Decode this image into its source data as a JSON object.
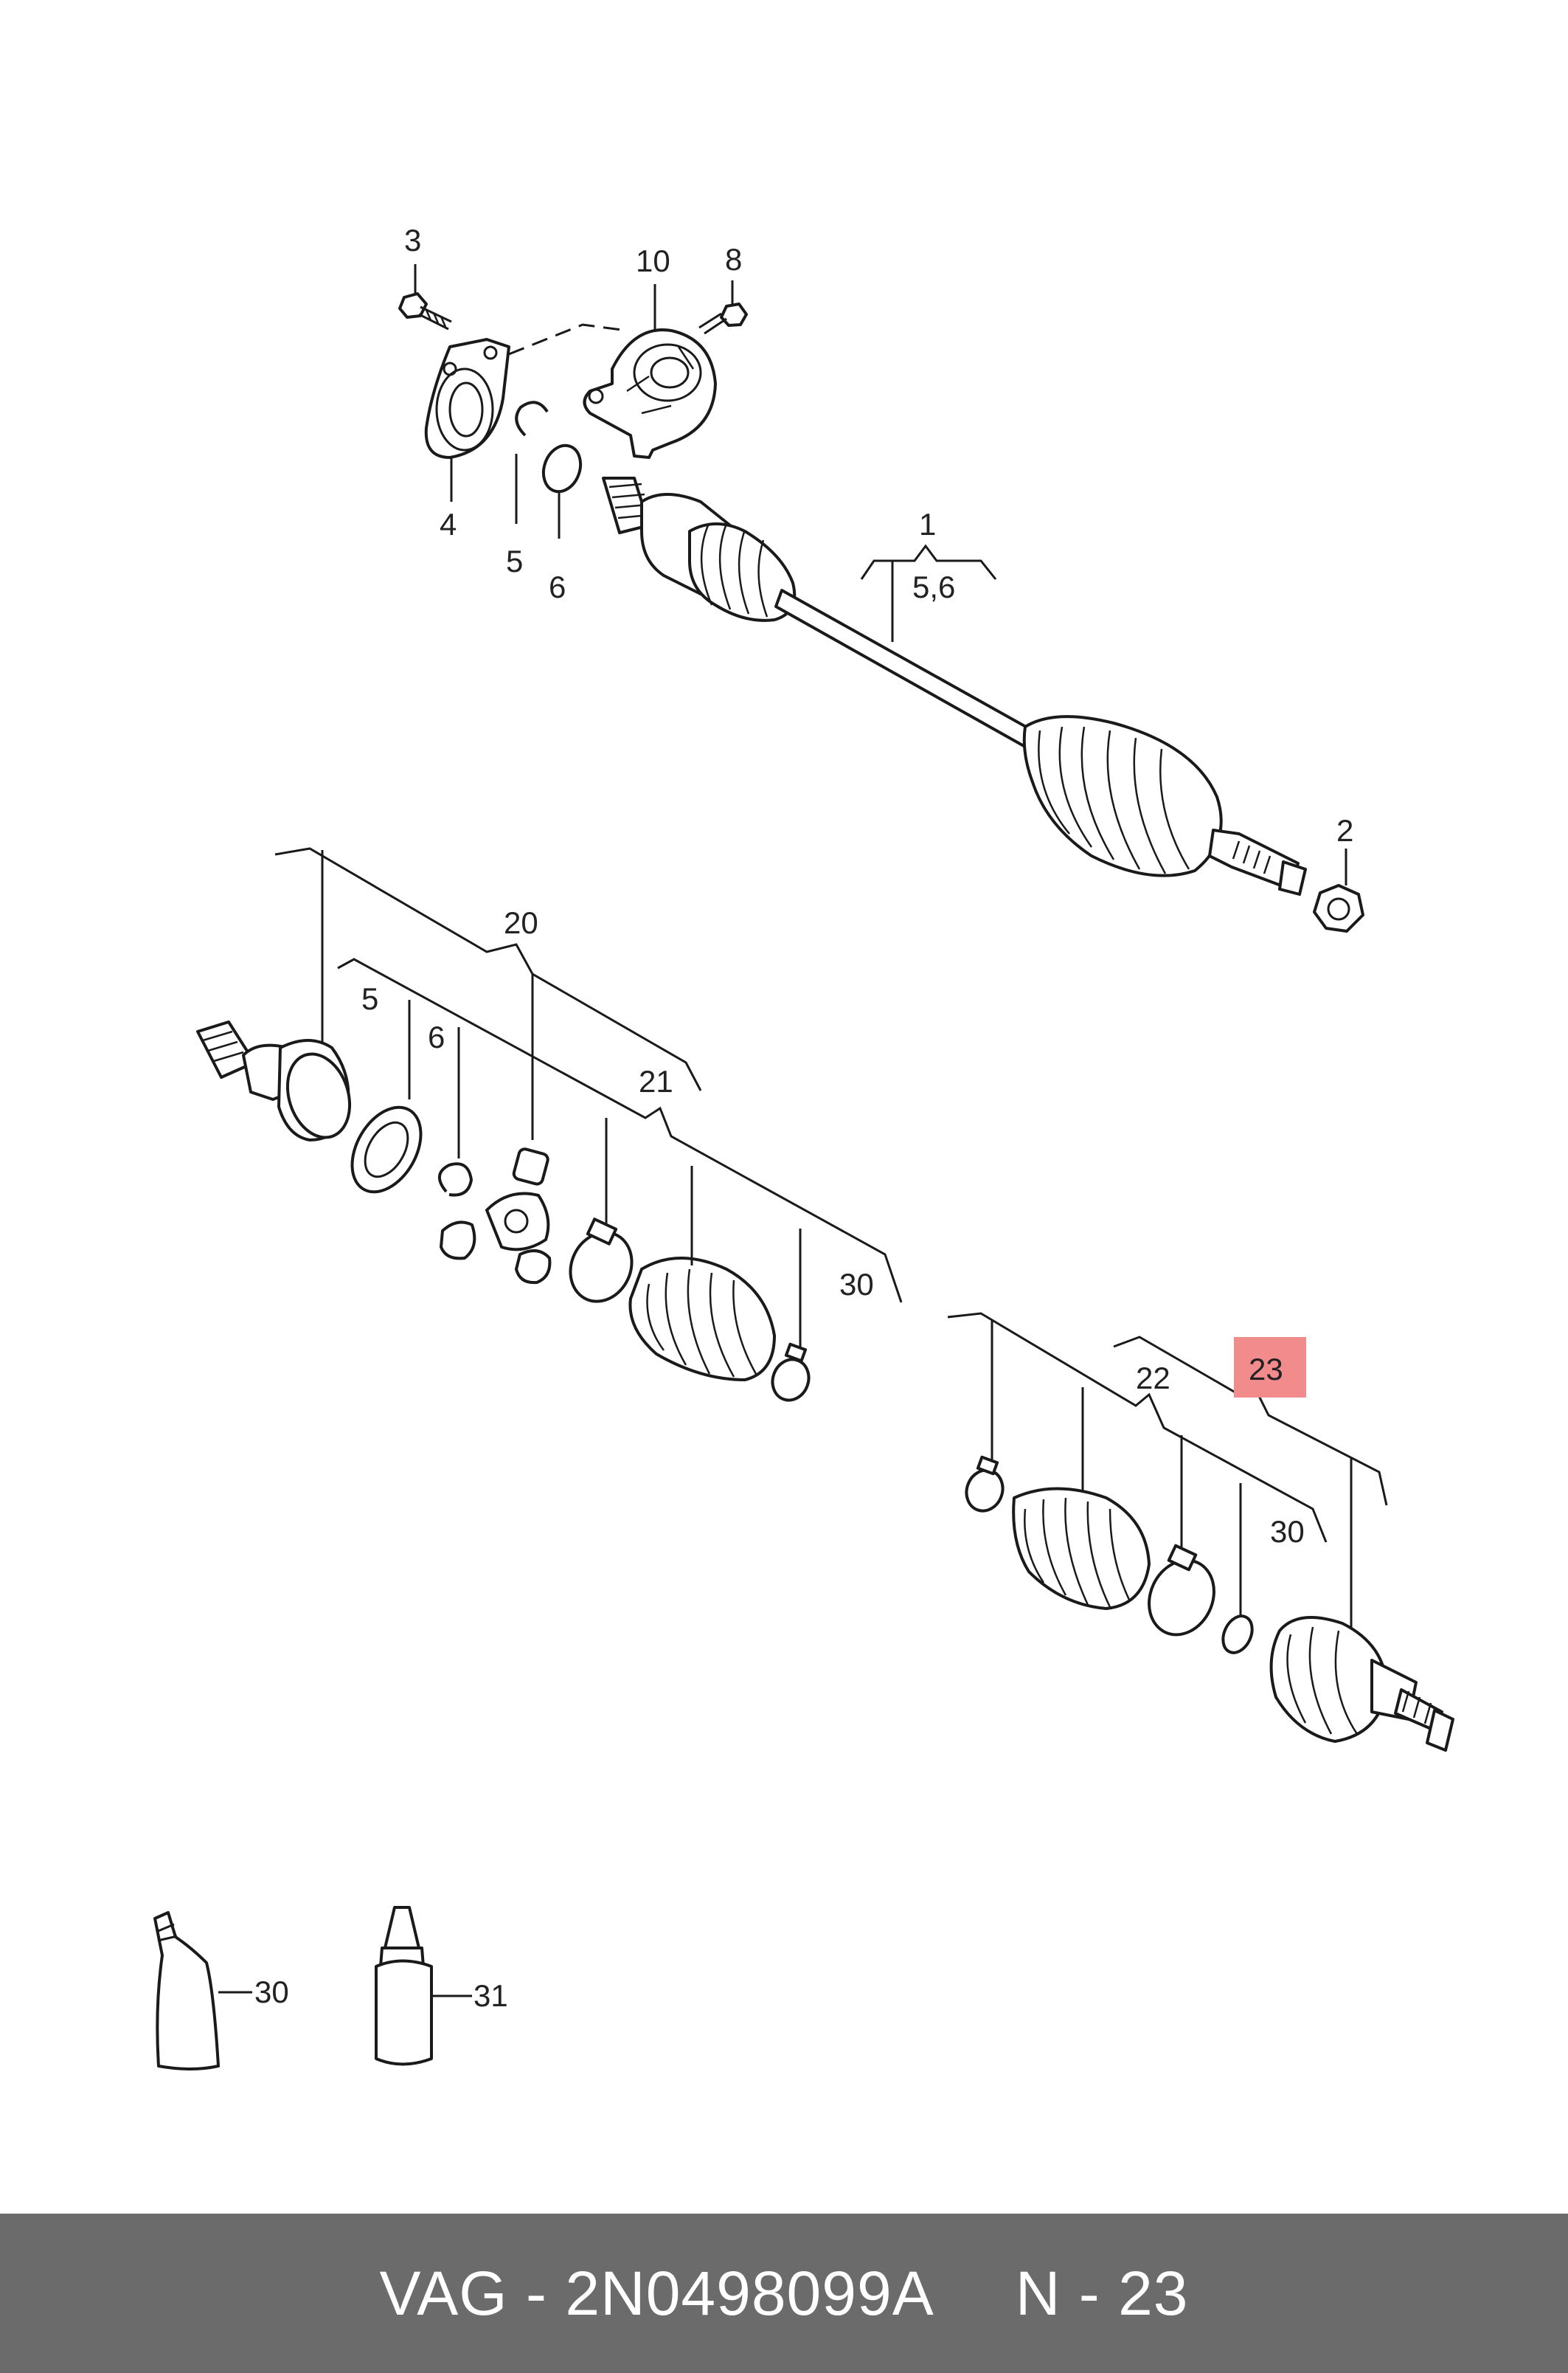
{
  "callouts": {
    "c1": "1",
    "c2": "2",
    "c3": "3",
    "c4": "4",
    "c5_top": "5",
    "c6_top": "6",
    "c8": "8",
    "c10": "10",
    "c56": "5,6",
    "c20": "20",
    "c5_mid": "5",
    "c6_mid": "6",
    "c21": "21",
    "c30_mid": "30",
    "c22": "22",
    "c23": "23",
    "c30_right": "30",
    "c30_bottom": "30",
    "c31": "31"
  },
  "highlight": {
    "label": "23",
    "color": "#f28b8b"
  },
  "footer": {
    "brand": "VAG",
    "separator": "-",
    "part_number": "2N0498099A",
    "ref_prefix": "N",
    "ref_separator": "-",
    "ref_number": "23"
  },
  "colors": {
    "footer_bg": "#6b6b6b",
    "footer_text": "#ffffff",
    "line": "#1a1a1a"
  }
}
